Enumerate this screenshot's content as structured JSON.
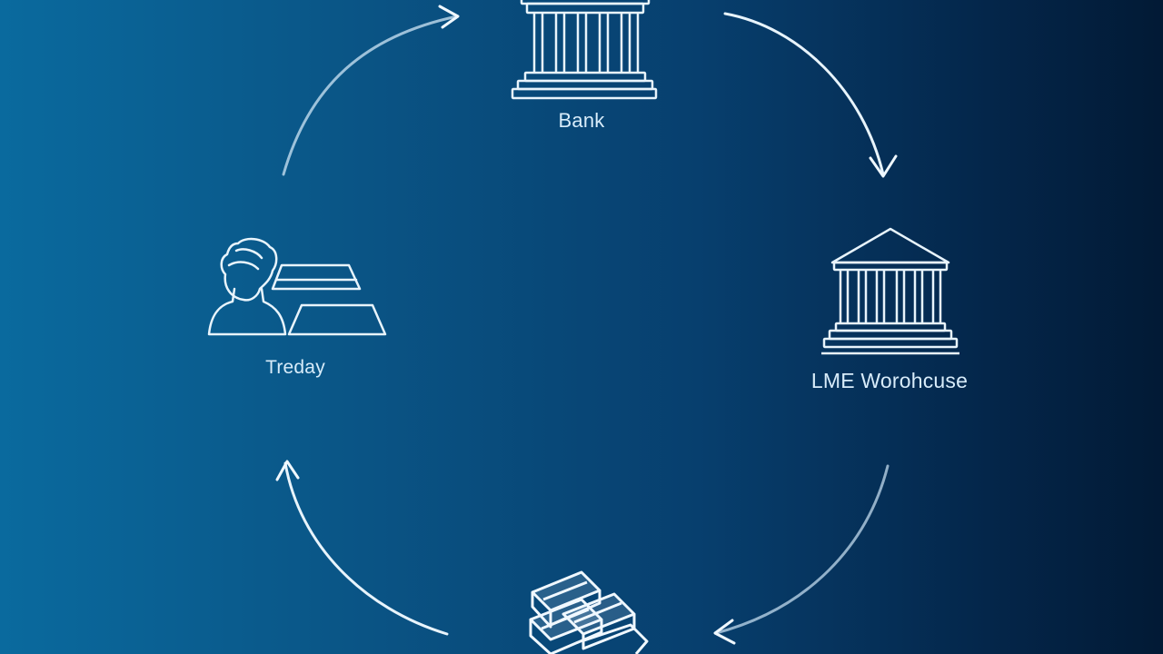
{
  "diagram": {
    "nodes": [
      {
        "id": "bank",
        "label": "Bank",
        "icon": "bank-building-icon"
      },
      {
        "id": "warehouse",
        "label": "LME Worohcuse",
        "icon": "warehouse-building-icon"
      },
      {
        "id": "ingots",
        "label": "",
        "icon": "metal-ingots-stack-icon"
      },
      {
        "id": "trader",
        "label": "Treday",
        "icon": "trader-with-ingots-icon"
      }
    ],
    "edges": [
      {
        "from": "trader",
        "to": "bank"
      },
      {
        "from": "bank",
        "to": "warehouse"
      },
      {
        "from": "warehouse",
        "to": "ingots"
      },
      {
        "from": "ingots",
        "to": "trader"
      }
    ]
  },
  "colors": {
    "stroke": "#e8f4fc",
    "label": "#d8ecfa",
    "background_left": "#0a6a9e",
    "background_right": "#021a35"
  }
}
